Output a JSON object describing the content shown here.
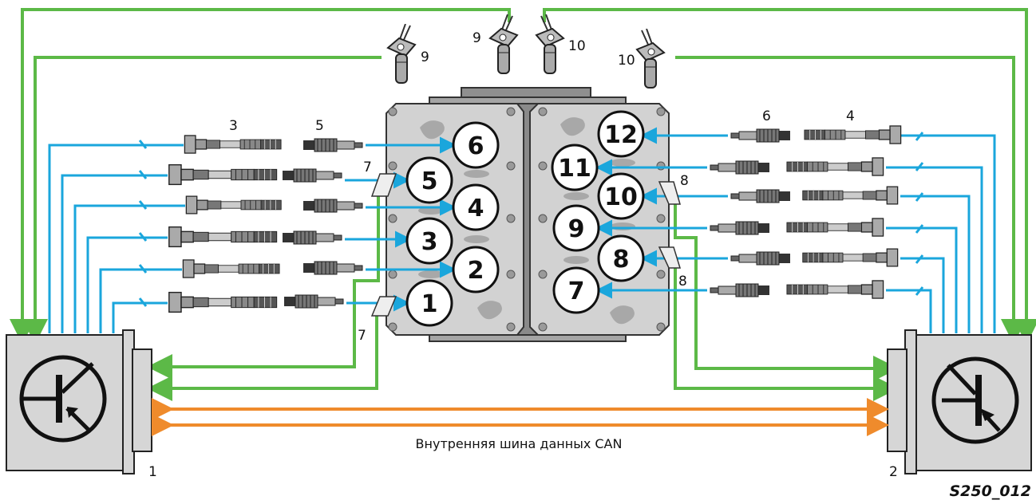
{
  "labels": {
    "ecu_left": "1",
    "ecu_right": "2",
    "coils_left": "3",
    "coils_right": "4",
    "plugs_left": "5",
    "plugs_right": "6",
    "knock_left_top": "7",
    "knock_left_bottom": "7",
    "knock_right_top": "8",
    "knock_right_bottom": "8",
    "lambda_a": "9",
    "lambda_b": "9",
    "lambda_c": "10",
    "lambda_d": "10"
  },
  "cylinders": [
    "1",
    "2",
    "3",
    "4",
    "5",
    "6",
    "7",
    "8",
    "9",
    "10",
    "11",
    "12"
  ],
  "can_caption": "Внутренняя шина данных CAN",
  "figure_ref": "S250_012",
  "colors": {
    "green": "#5cb947",
    "blue": "#1aa6dc",
    "orange": "#ef8b2c",
    "block_fill": "#d6d6d6",
    "head_fill": "#b9b9b9"
  }
}
